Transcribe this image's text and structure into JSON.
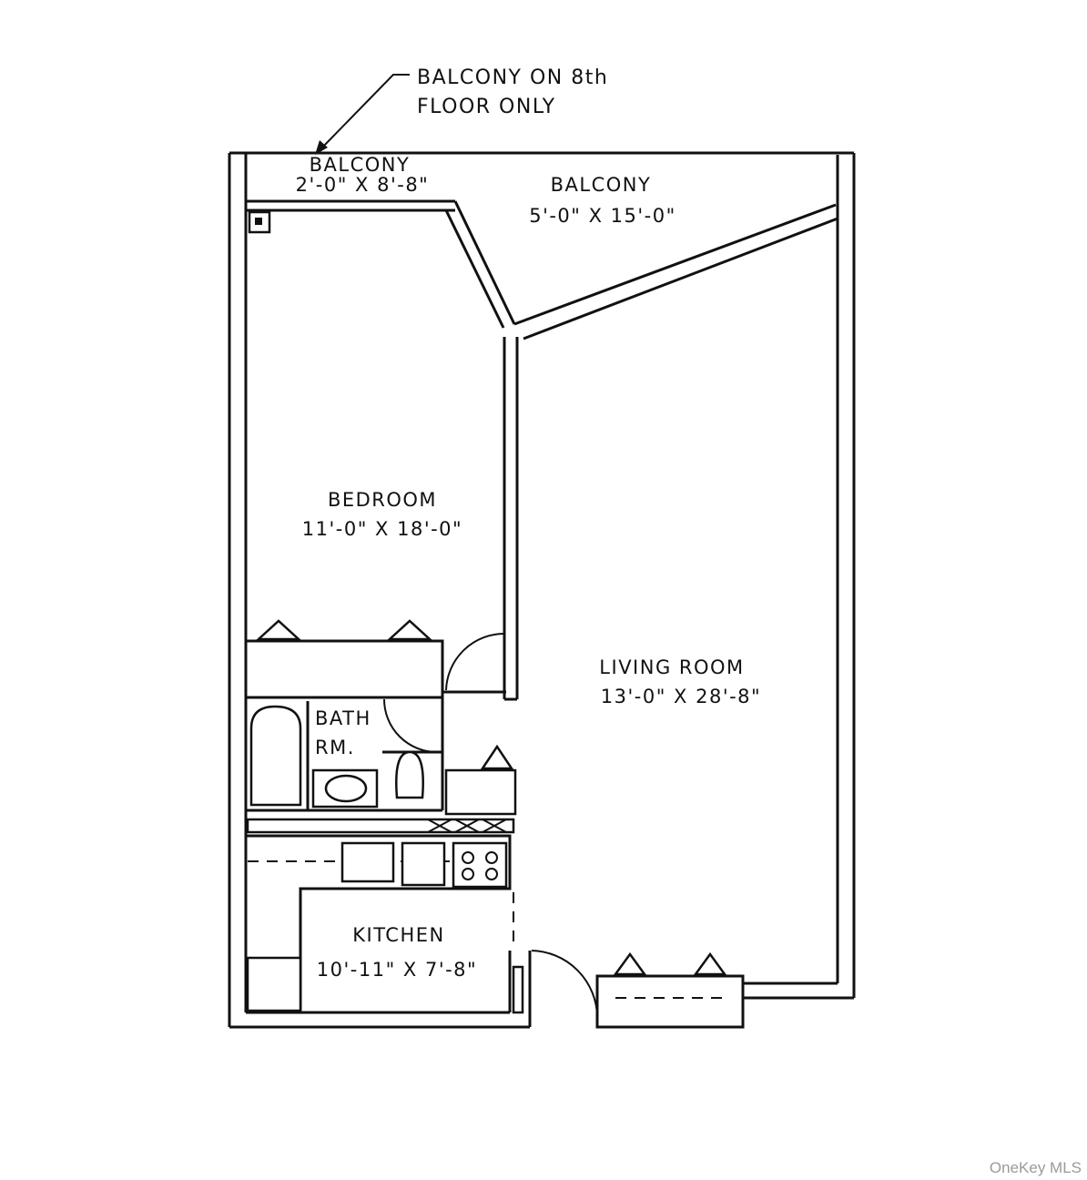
{
  "note": {
    "line1": "BALCONY ON 8th",
    "line2": "FLOOR ONLY"
  },
  "rooms": {
    "balcony_small": {
      "name": "BALCONY",
      "size": "2'-0\" X 8'-8\""
    },
    "balcony_large": {
      "name": "BALCONY",
      "size": "5'-0\" X 15'-0\""
    },
    "bedroom": {
      "name": "BEDROOM",
      "size": "11'-0\" X 18'-0\""
    },
    "living_room": {
      "name": "LIVING ROOM",
      "size": "13'-0\" X 28'-8\""
    },
    "bath": {
      "line1": "BATH",
      "line2": "RM."
    },
    "kitchen": {
      "name": "KITCHEN",
      "size": "10'-11\" X 7'-8\""
    }
  },
  "watermark": "OneKey MLS"
}
